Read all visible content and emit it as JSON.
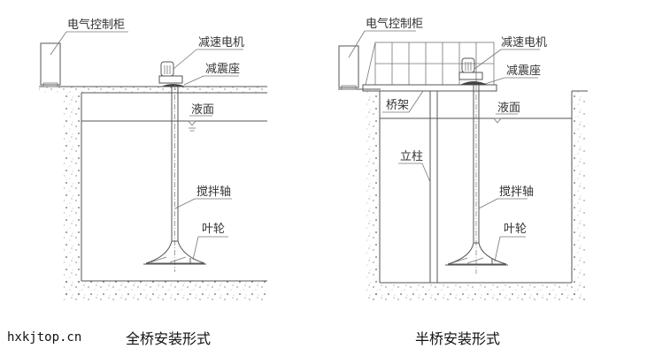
{
  "watermark": "hxkjtop.cn",
  "diagrams": [
    {
      "caption": "全桥安装形式",
      "labels": {
        "control_cabinet": "电气控制柜",
        "motor": "减速电机",
        "damper_base": "减震座",
        "liquid_level": "液面",
        "shaft": "搅拌轴",
        "impeller": "叶轮"
      }
    },
    {
      "caption": "半桥安装形式",
      "labels": {
        "control_cabinet": "电气控制柜",
        "motor": "减速电机",
        "damper_base": "减震座",
        "bridge": "桥架",
        "liquid_level": "液面",
        "column": "立柱",
        "shaft": "搅拌轴",
        "impeller": "叶轮"
      }
    }
  ]
}
